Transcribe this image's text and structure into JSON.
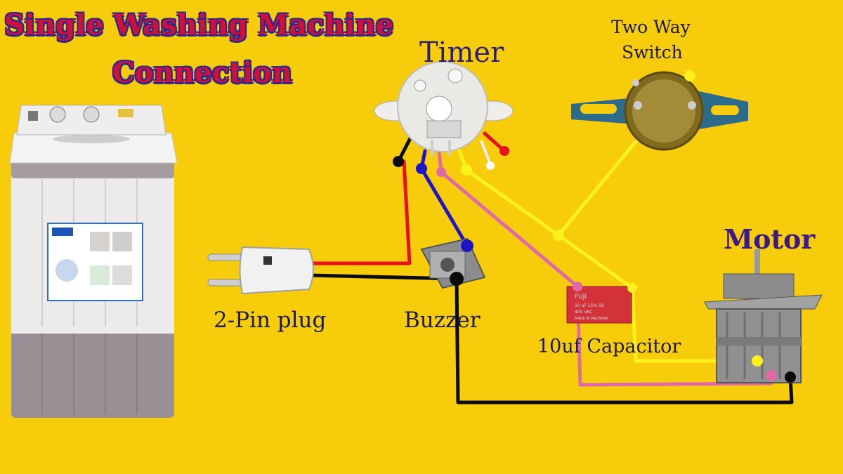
{
  "title": {
    "line1": "Single Washing Machine",
    "line2": "Connection"
  },
  "labels": {
    "timer": "Timer",
    "two_way_switch_line1": "Two Way",
    "two_way_switch_line2": "Switch",
    "motor": "Motor",
    "plug": "2-Pin plug",
    "buzzer": "Buzzer",
    "capacitor": "10uf Capacitor"
  },
  "capacitor_markings": {
    "brand": "FUJI",
    "rating": "10 uF  15% 50",
    "voltage": "400 VAC",
    "made_in": "MADE IN PAKISTAN"
  },
  "wire_colors": {
    "red": "#e8101e",
    "black": "#0b0b0b",
    "blue": "#1d14c8",
    "pink": "#e06aa8",
    "yellow": "#fbf21c"
  },
  "colors": {
    "background": "#f7cd0b",
    "title_fill": "#d0103a",
    "title_outline": "#2a2a8e"
  }
}
